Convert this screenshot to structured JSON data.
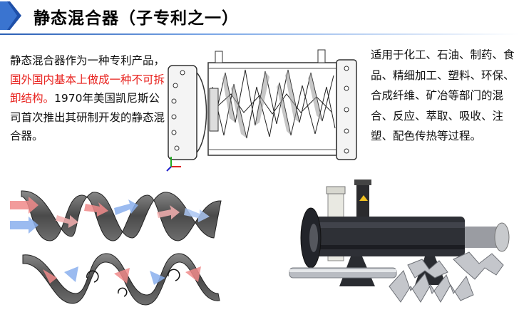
{
  "header": {
    "title": "静态混合器（子专利之一）",
    "accent": "#1e4fa8"
  },
  "intro": {
    "part1": "静态混合器作为一种专利产品，",
    "highlight": "国外国内基本上做成一种不可拆卸结构。",
    "part2": "1970年美国凯尼斯公司首次推出其研制开发的静态混合器。",
    "highlight_color": "#e8231f"
  },
  "applications": {
    "text": "适用于化工、石油、制药、食品、精细加工、塑料、环保、合成纤维、矿冶等部门的混合、反应、萃取、吸收、注塑、配色传热等过程。"
  },
  "figures": {
    "schematic": "mixer-schematic-drawing",
    "flow": "helical-flow-diagram",
    "photo": "mixer-product-photo"
  }
}
